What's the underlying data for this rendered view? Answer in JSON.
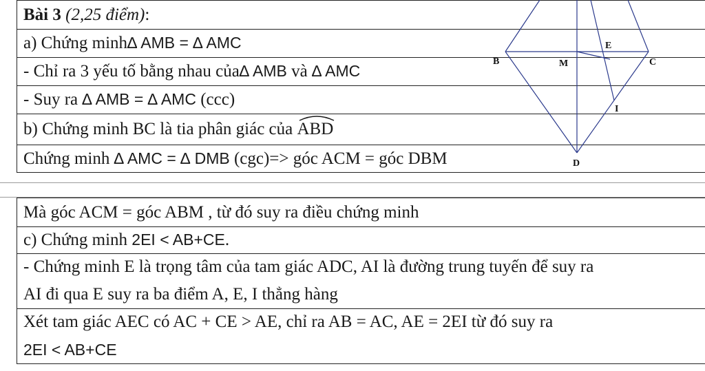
{
  "top_rows": {
    "r1_bold": "Bài 3",
    "r1_italic": " (2,25 điểm)",
    "r1_colon": ":",
    "r2_prefix": "a) Chứng minh",
    "r2_math": "∆ AMB = ∆ AMC",
    "r3_prefix": "- Chỉ ra 3 yếu tố bằng nhau của",
    "r3_m1": "∆ AMB",
    "r3_mid": " và ",
    "r3_m2": "∆ AMC",
    "r4_prefix": "- Suy ra ",
    "r4_math": "∆ AMB = ∆ AMC",
    "r4_suffix": " (ccc)",
    "r5_prefix": "b) Chứng minh BC là tia phân giác của ",
    "r5_math": "ABD",
    "r6_prefix": "Chứng minh ",
    "r6_math": "∆ AMC = ∆ DMB",
    "r6_suffix": " (cgc)=> góc ACM = góc DBM"
  },
  "bottom_rows": {
    "r1": "Mà góc ACM = góc ABM  , từ đó suy ra điều chứng minh",
    "r2_prefix": "c) Chứng minh ",
    "r2_math": "2EI < AB+CE",
    "r2_suffix": ".",
    "r3_line1": "- Chứng minh E là trọng tâm của tam giác ADC, AI là đường trung tuyến để suy ra",
    "r3_line2": "AI đi qua E suy ra ba điểm A, E, I thẳng hàng",
    "r4_line1": "Xét tam giác AEC có AC + CE > AE, chỉ ra AB = AC, AE = 2EI từ đó suy ra",
    "r4_math": "2EI < AB+CE"
  },
  "diagram": {
    "labels": {
      "B": "B",
      "M": "M",
      "C": "C",
      "E": "E",
      "I": "I",
      "D": "D"
    },
    "line_color": "#2b3a8c"
  }
}
